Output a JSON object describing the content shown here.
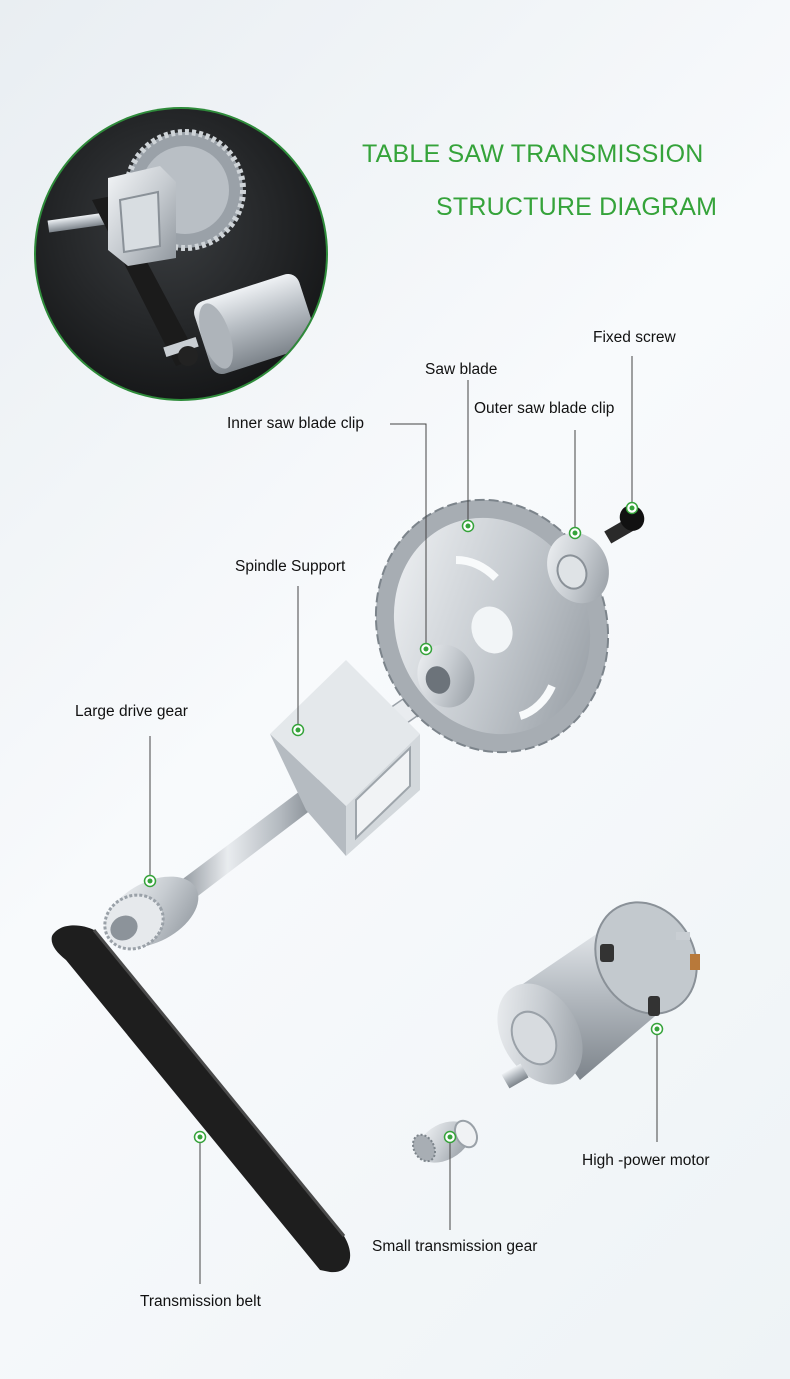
{
  "title": {
    "line1": "TABLE SAW TRANSMISSION",
    "line2": "STRUCTURE DIAGRAM"
  },
  "labels": {
    "fixed_screw": "Fixed screw",
    "saw_blade": "Saw blade",
    "outer_clip": "Outer saw blade clip",
    "inner_clip": "Inner saw blade clip",
    "spindle_support": "Spindle Support",
    "large_drive_gear": "Large drive gear",
    "high_power_motor": "High -power motor",
    "small_transmission_gear": "Small transmission gear",
    "transmission_belt": "Transmission belt"
  },
  "colors": {
    "accent_green": "#35a33a",
    "inset_ring": "#2e8b3a",
    "belt": "#2b2b2b",
    "metal": "#c9ced3"
  }
}
